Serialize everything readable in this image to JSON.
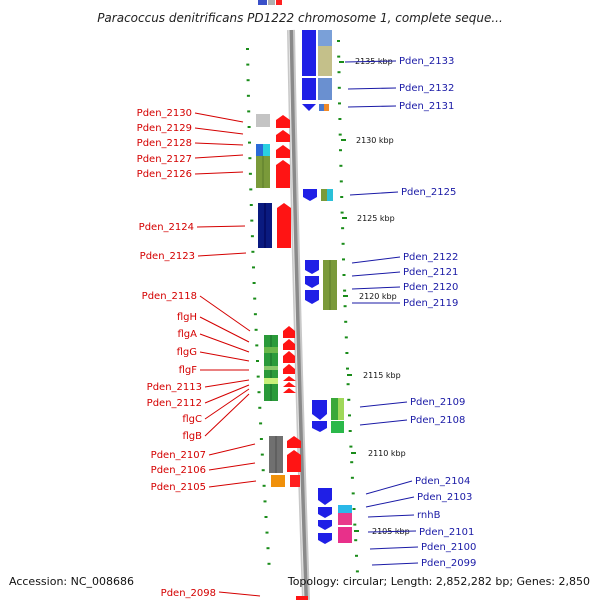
{
  "title": "Paracoccus denitrificans PD1222 chromosome 1, complete seque...",
  "footer": {
    "accession": "Accession: NC_008686",
    "topology": "Topology: circular; Length: 2,852,282 bp; Genes: 2,850"
  },
  "ticks": [
    {
      "label": "2135 kbp"
    },
    {
      "label": "2130 kbp"
    },
    {
      "label": "2125 kbp"
    },
    {
      "label": "2120 kbp"
    },
    {
      "label": "2115 kbp"
    },
    {
      "label": "2110 kbp"
    },
    {
      "label": "2105 kbp"
    }
  ],
  "left_genes": [
    "Pden_2130",
    "Pden_2129",
    "Pden_2128",
    "Pden_2127",
    "Pden_2126",
    "Pden_2124",
    "Pden_2123",
    "Pden_2118",
    "flgH",
    "flgA",
    "flgG",
    "flgF",
    "Pden_2113",
    "Pden_2112",
    "flgC",
    "flgB",
    "Pden_2107",
    "Pden_2106",
    "Pden_2105",
    "Pden_2098"
  ],
  "right_genes": [
    "Pden_2133",
    "Pden_2132",
    "Pden_2131",
    "Pden_2125",
    "Pden_2122",
    "Pden_2121",
    "Pden_2120",
    "Pden_2119",
    "Pden_2109",
    "Pden_2108",
    "Pden_2104",
    "Pden_2103",
    "rnhB",
    "Pden_2101",
    "Pden_2100",
    "Pden_2099"
  ],
  "colors": {
    "forward_strand": "#ff0000",
    "reverse_strand": "#1f1fe6",
    "left_label": "#d40000",
    "right_label": "#1a1aa6",
    "backbone": "#8a8a8a",
    "tick": "#1a8c1a"
  }
}
